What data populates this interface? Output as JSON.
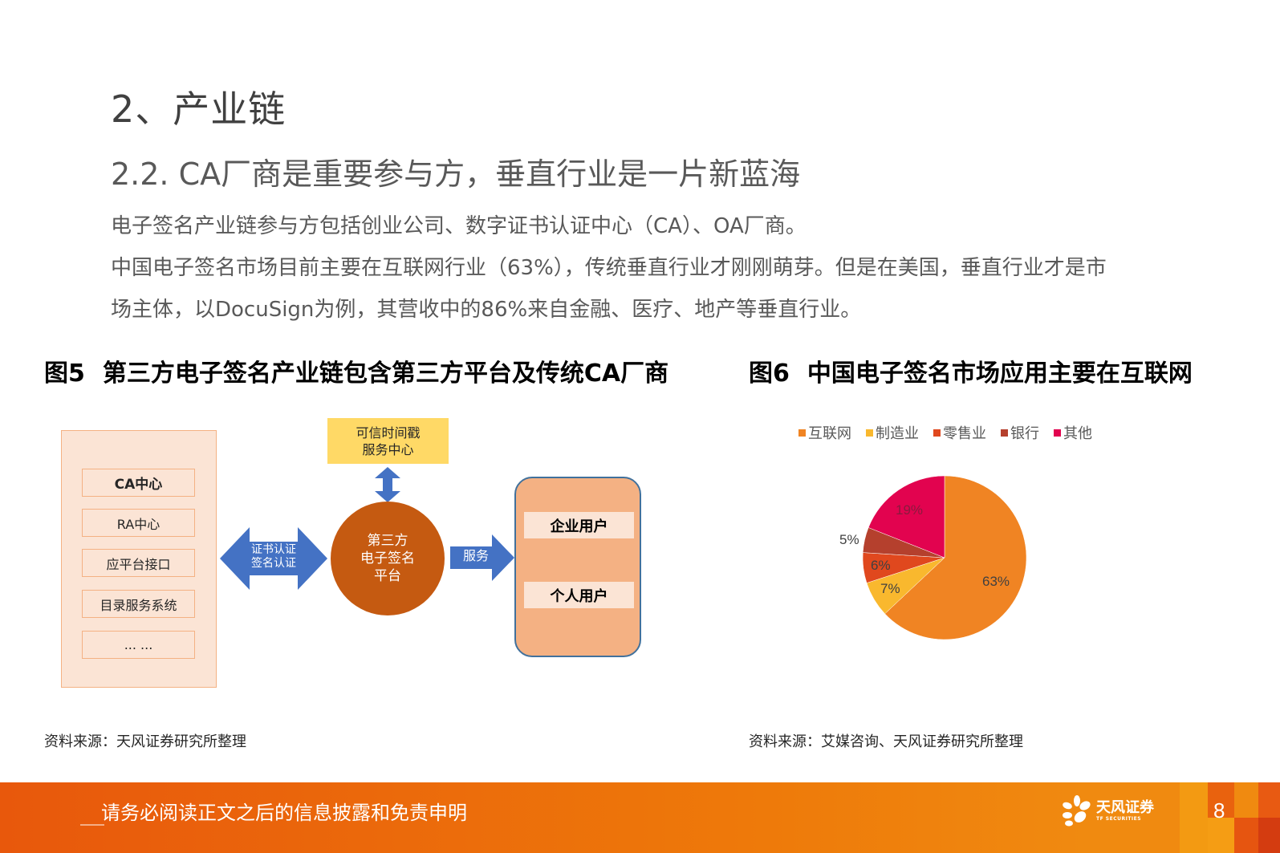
{
  "header": {
    "section_title": "2、产业链",
    "subsection_title": "2.2. CA厂商是重要参与方，垂直行业是一片新蓝海"
  },
  "body": {
    "paragraphs": [
      "电子签名产业链参与方包括创业公司、数字证书认证中心（CA）、OA厂商。",
      "中国电子签名市场目前主要在互联网行业（63%），传统垂直行业才刚刚萌芽。但是在美国，垂直行业才是市",
      "场主体，以DocuSign为例，其营收中的86%来自金融、医疗、地产等垂直行业。"
    ]
  },
  "figure5": {
    "number": "图5",
    "title": "第三方电子签名产业链包含第三方平台及传统CA厂商",
    "left_panel_items": [
      "CA中心",
      "RA中心",
      "应平台接口",
      "目录服务系统",
      "... ..."
    ],
    "timestamp_center": [
      "可信时间戳",
      "服务中心"
    ],
    "left_arrow_label": [
      "证书认证",
      "签名认证"
    ],
    "platform": [
      "第三方",
      "电子签名",
      "平台"
    ],
    "right_arrow_label": "服务",
    "users": [
      "企业用户",
      "个人用户"
    ],
    "source": "资料来源：天风证券研究所整理"
  },
  "figure6": {
    "number": "图6",
    "title": "中国电子签名市场应用主要在互联网",
    "source": "资料来源：艾媒咨询、天风证券研究所整理"
  },
  "chart_data": {
    "type": "pie",
    "title": "中国电子签名市场应用主要在互联网",
    "categories": [
      "互联网",
      "制造业",
      "零售业",
      "银行",
      "其他"
    ],
    "values": [
      63,
      7,
      6,
      5,
      19
    ],
    "labels": [
      "63%",
      "7%",
      "6%",
      "5%",
      "19%"
    ],
    "colors": [
      "#f08423",
      "#f9b82e",
      "#e0481e",
      "#b5402d",
      "#e2034f"
    ],
    "legend_position": "top"
  },
  "footer": {
    "disclaimer": "请务必阅读正文之后的信息披露和免责申明",
    "brand_name": "天风证券",
    "brand_sub": "TF SECURITIES",
    "page_number": "8"
  }
}
